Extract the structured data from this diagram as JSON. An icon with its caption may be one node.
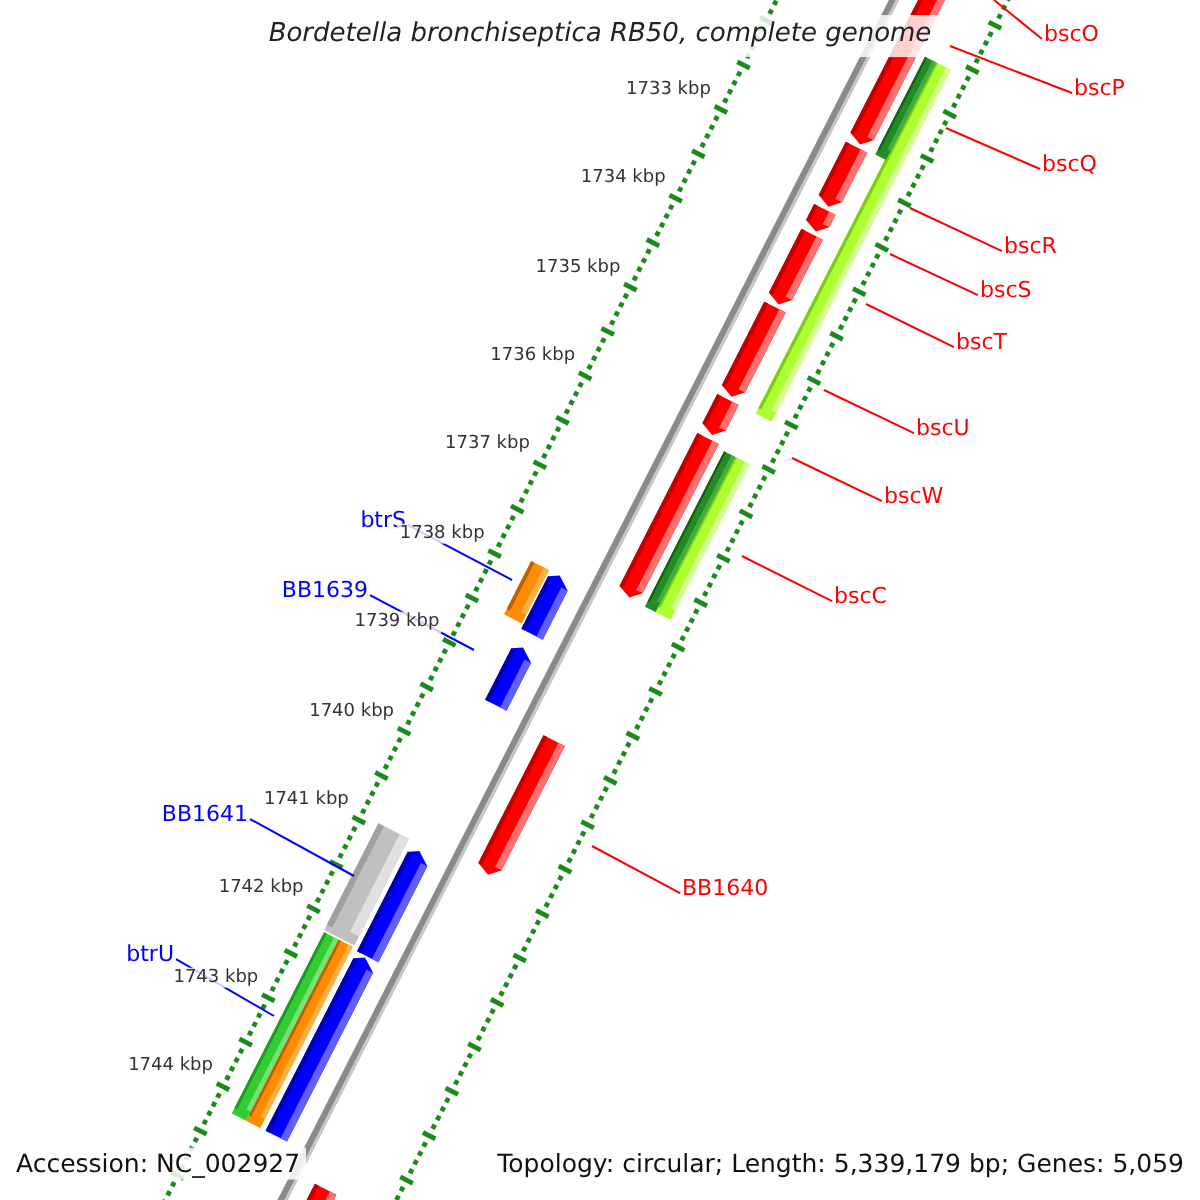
{
  "diagram": {
    "title": "Bordetella bronchiseptica RB50, complete genome",
    "nodes": [
      {
        "text": [
          "bscO"
        ]
      },
      {
        "text": [
          "bscP"
        ]
      },
      {
        "text": [
          "bscQ"
        ]
      },
      {
        "text": [
          "bscR"
        ]
      },
      {
        "text": [
          "bscS"
        ]
      },
      {
        "text": [
          "bscT"
        ]
      },
      {
        "text": [
          "bscU"
        ]
      },
      {
        "text": [
          "bscW"
        ]
      },
      {
        "text": [
          "btrS"
        ]
      },
      {
        "text": [
          "BB1639"
        ]
      },
      {
        "text": [
          "bscC"
        ]
      },
      {
        "text": [
          "BB1641"
        ]
      },
      {
        "text": [
          "BB1640"
        ]
      },
      {
        "text": [
          "btrU"
        ]
      }
    ],
    "edges": [
      {
        "from": 0,
        "to": null,
        "arrow": "none"
      },
      {
        "from": 1,
        "to": null,
        "arrow": "none"
      },
      {
        "from": 2,
        "to": null,
        "arrow": "none"
      },
      {
        "from": 3,
        "to": null,
        "arrow": "none"
      },
      {
        "from": 4,
        "to": null,
        "arrow": "none"
      },
      {
        "from": 5,
        "to": null,
        "arrow": "none"
      },
      {
        "from": 6,
        "to": null,
        "arrow": "none"
      },
      {
        "from": 7,
        "to": null,
        "arrow": "none"
      },
      {
        "from": 8,
        "to": null,
        "arrow": "none",
        "color": "#0000ff"
      },
      {
        "from": 9,
        "to": null,
        "arrow": "none",
        "color": "#0000ff"
      },
      {
        "from": 10,
        "to": null,
        "arrow": "none"
      },
      {
        "from": 11,
        "to": null,
        "arrow": "none",
        "color": "#0000ff"
      },
      {
        "from": 12,
        "to": null,
        "arrow": "none"
      },
      {
        "from": 13,
        "to": null,
        "arrow": "none",
        "color": "#0000ff"
      }
    ],
    "labels": [
      "1733 kbp",
      "1734 kbp",
      "1735 kbp",
      "1736 kbp",
      "1737 kbp",
      "1738 kbp",
      "1739 kbp",
      "1740 kbp",
      "1741 kbp",
      "1742 kbp",
      "1743 kbp",
      "1744 kbp",
      "Accession: NC_002927",
      "Topology: circular; Length: 5,339,179 bp; Genes: 5,059"
    ]
  }
}
